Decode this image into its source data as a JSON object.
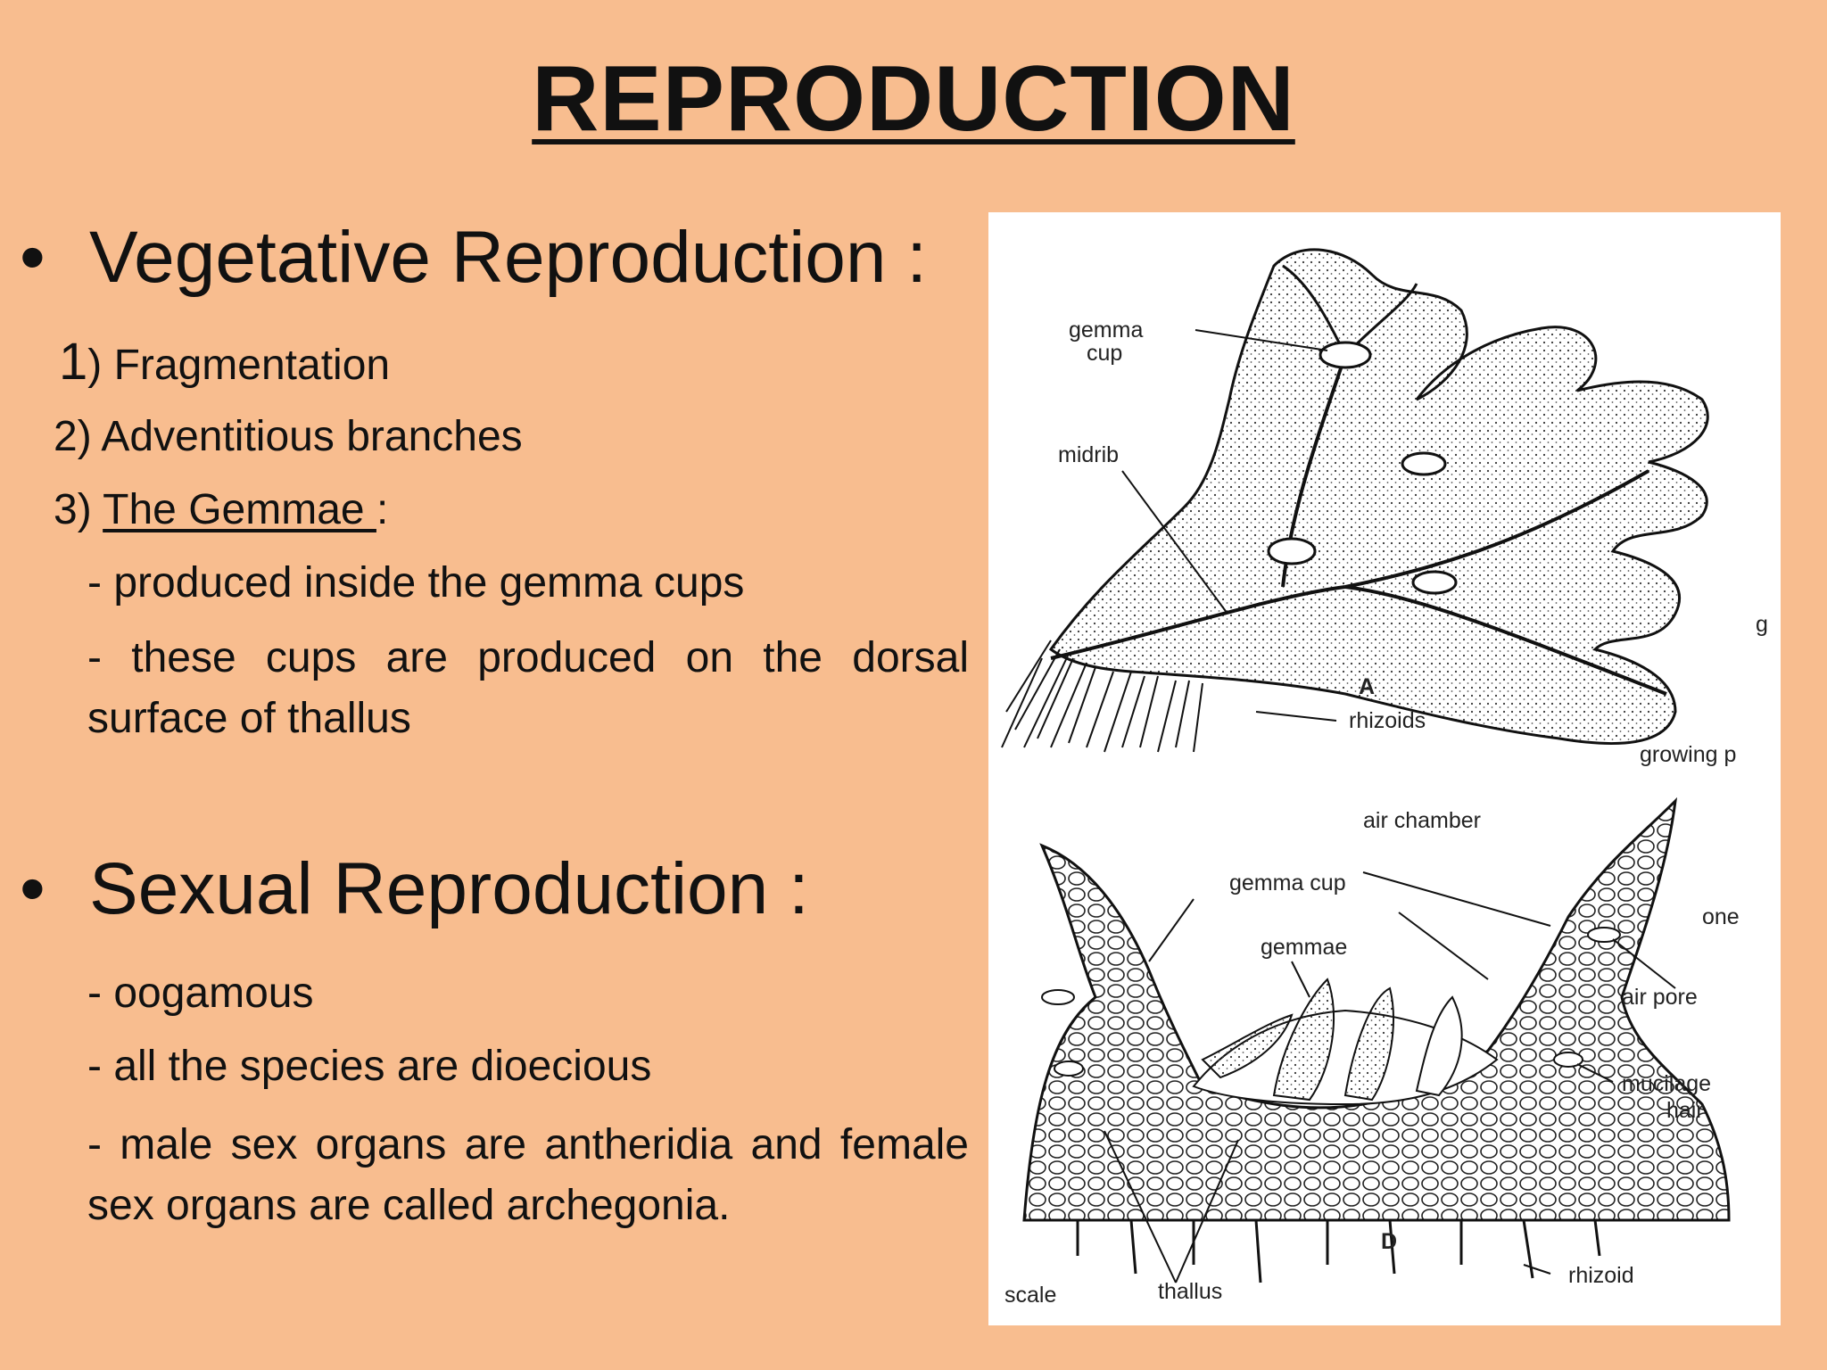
{
  "title": "REPRODUCTION",
  "vegetative": {
    "heading": "Vegetative Reproduction :",
    "item1_num": "1",
    "item1_text": ") Fragmentation",
    "item2": "2) Adventitious branches",
    "item3_prefix": "3) ",
    "item3_link": "The Gemmae ",
    "item3_suffix": ":",
    "sub1": "- produced inside the gemma cups",
    "sub2": "- these cups are produced on the dorsal surface of thallus"
  },
  "sexual": {
    "heading": "Sexual Reproduction :",
    "sub1": "- oogamous",
    "sub2": "- all the species are dioecious",
    "sub3": "- male sex organs are  antheridia and female sex organs are called  archegonia."
  },
  "figure": {
    "top_labels": {
      "gemma_cup": [
        "gemma",
        "cup"
      ],
      "midrib": "midrib",
      "letter": "A",
      "rhizoids": "rhizoids",
      "edge": "g"
    },
    "bottom_labels": {
      "growing": "growing p",
      "air_chamber": "air  chamber",
      "gemma_cup": "gemma cup",
      "gemmae": "gemmae",
      "one": "one",
      "air_pore": "air  pore",
      "mucilage": [
        "mucilage",
        "hair"
      ],
      "letter": "D",
      "scale": "scale",
      "thallus": "thallus",
      "rhizoid": "rhizoid"
    }
  }
}
